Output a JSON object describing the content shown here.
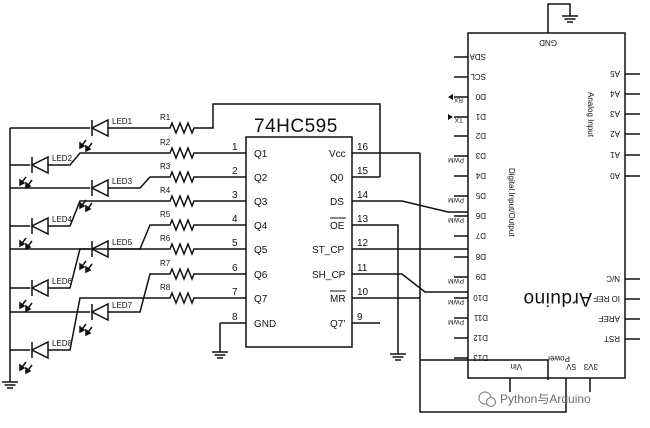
{
  "chip": {
    "name": "74HC595",
    "left_pins": [
      {
        "num": "1",
        "label": "Q1"
      },
      {
        "num": "2",
        "label": "Q2"
      },
      {
        "num": "3",
        "label": "Q3"
      },
      {
        "num": "4",
        "label": "Q4"
      },
      {
        "num": "5",
        "label": "Q5"
      },
      {
        "num": "6",
        "label": "Q6"
      },
      {
        "num": "7",
        "label": "Q7"
      },
      {
        "num": "8",
        "label": "GND"
      }
    ],
    "right_pins": [
      {
        "num": "16",
        "label": "Vcc"
      },
      {
        "num": "15",
        "label": "Q0"
      },
      {
        "num": "14",
        "label": "DS"
      },
      {
        "num": "13",
        "label": "OE"
      },
      {
        "num": "12",
        "label": "ST_CP"
      },
      {
        "num": "11",
        "label": "SH_CP"
      },
      {
        "num": "10",
        "label": "MR"
      },
      {
        "num": "9",
        "label": "Q7'"
      }
    ]
  },
  "leds": [
    "LED1",
    "LED2",
    "LED3",
    "LED4",
    "LED5",
    "LED6",
    "LED7",
    "LED8"
  ],
  "resistors": [
    "R1",
    "R2",
    "R3",
    "R4",
    "R5",
    "R6",
    "R7",
    "R8"
  ],
  "arduino": {
    "name": "Arduino",
    "gnd": "GND",
    "digital_pins": [
      "SDA",
      "SCL",
      "D0",
      "D1",
      "D2",
      "D3",
      "D4",
      "D5",
      "D6",
      "D7",
      "D8",
      "D9",
      "D10",
      "D11",
      "D12",
      "D13"
    ],
    "tx": "TX",
    "rx": "RX",
    "pwm": "PWM",
    "digital_label": "Digital Input/Output",
    "analog_pins": [
      "A5",
      "A4",
      "A3",
      "A2",
      "A1",
      "A0"
    ],
    "analog_label": "Analog Input",
    "power_pins": [
      "N/C",
      "IO REF",
      "AREF",
      "RST"
    ],
    "bottom_pins": [
      "3V3",
      "5V",
      "Vin"
    ],
    "power_label": "Power"
  },
  "watermark": "Python与Arduino"
}
